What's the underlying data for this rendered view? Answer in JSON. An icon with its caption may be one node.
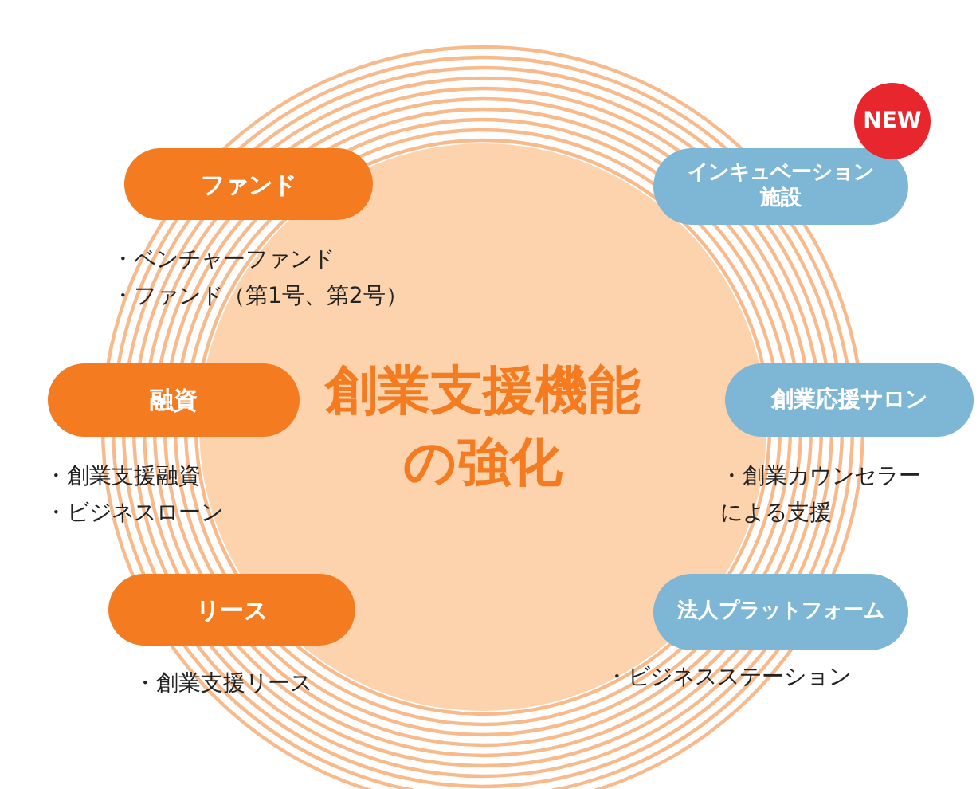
{
  "diagram": {
    "nodes": [
      {
        "text": [
          "創業支援機能の強化"
        ]
      },
      {
        "text": [
          "ファンド"
        ]
      },
      {
        "text": [
          "融資"
        ]
      },
      {
        "text": [
          "リース"
        ]
      },
      {
        "text": [
          "インキュベーション施設"
        ]
      },
      {
        "text": [
          "NEW"
        ]
      },
      {
        "text": [
          "創業応援サロン"
        ]
      },
      {
        "text": [
          "法人プラットフォーム"
        ]
      }
    ],
    "labels": [
      "・ベンチャーファンド",
      "・ファンド（第1号、第2号）",
      "・創業支援融資",
      "・ビジネスローン",
      "・創業カウンセラーによる支援",
      "・創業支援リース",
      "・ビジネスステーション"
    ]
  }
}
